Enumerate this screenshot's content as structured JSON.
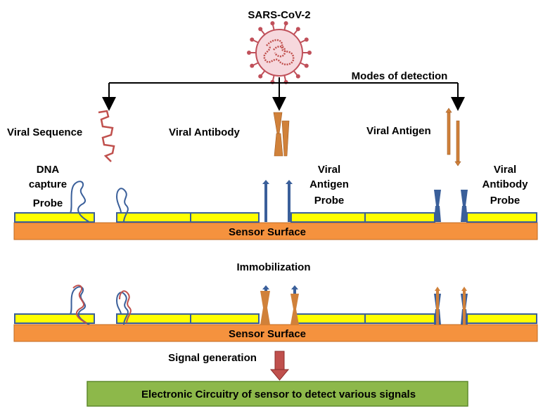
{
  "title": "SARS-CoV-2",
  "modes_heading": "Modes of detection",
  "targets": {
    "sequence": "Viral Sequence",
    "antibody": "Viral Antibody",
    "antigen": "Viral Antigen"
  },
  "probes": {
    "dna_line1": "DNA",
    "dna_line2": "capture",
    "dna_line3": "Probe",
    "antigen_line1": "Viral",
    "antigen_line2": "Antigen",
    "antigen_line3": "Probe",
    "antibody_line1": "Viral",
    "antibody_line2": "Antibody",
    "antibody_line3": "Probe"
  },
  "sensor_surface_top": "Sensor Surface",
  "immobilization": "Immobilization",
  "sensor_surface_bottom": "Sensor Surface",
  "signal_generation": "Signal generation",
  "circuitry": "Electronic Circuitry of sensor to detect various signals",
  "colors": {
    "virus_fill": "#f6d8dd",
    "virus_stroke": "#c0505a",
    "rna": "#c0504d",
    "probe_blue": "#3a5f9a",
    "antibody_orange": "#d0813a",
    "sensor_orange": "#f5923e",
    "electrode_yellow": "#ffff00",
    "electrode_border": "#3a5f9a",
    "arrow_red": "#c0504d",
    "circuit_green": "#8db84a"
  }
}
